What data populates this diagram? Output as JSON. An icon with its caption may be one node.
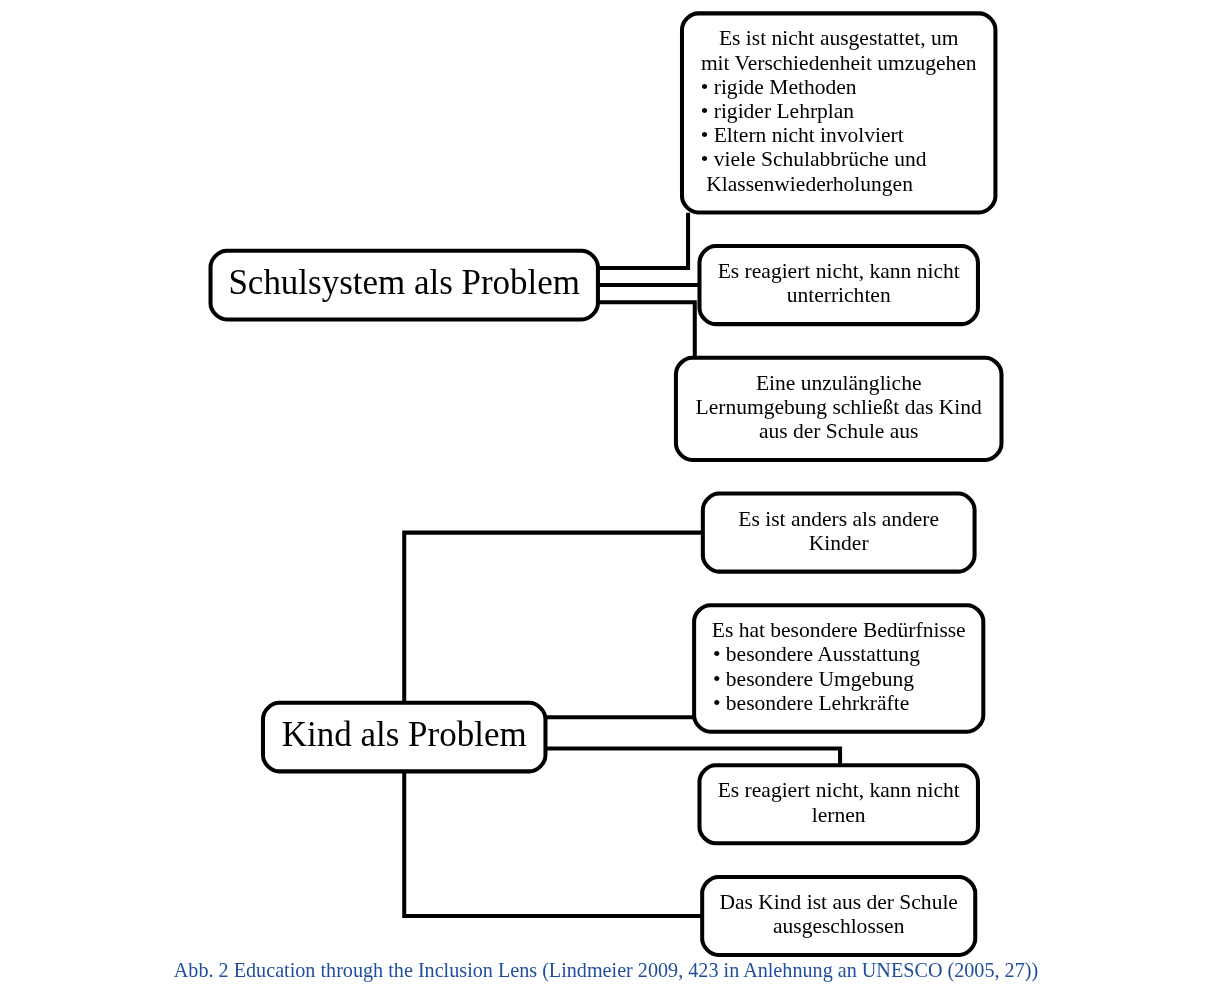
{
  "diagram": {
    "caption": "Abb. 2 Education through the Inclusion Lens (Lindmeier 2009, 423 in Anlehnung an UNESCO (2005, 27))",
    "nodes": [
      {
        "text": [
          "Kind als Problem"
        ]
      },
      {
        "text": [
          "Es ist anders als andere Kinder"
        ]
      },
      {
        "text": [
          "Es hat besondere Bedürfnisse",
          "• besondere Ausstattung",
          "• besondere Umgebung",
          "• besondere Lehrkräfte"
        ]
      },
      {
        "text": [
          "Es reagiert nicht, kann nicht lernen"
        ]
      },
      {
        "text": [
          "Das Kind ist aus der Schule ausgeschlossen"
        ]
      },
      {
        "text": [
          "Schulsystem als Problem"
        ]
      },
      {
        "text": [
          "Es ist nicht ausgestattet, um mit Verschiedenheit umzugehen",
          "• rigide Methoden",
          "• rigider Lehrplan",
          "• Eltern nicht involviert",
          "• viele Schulabbrüche und Klassenwiederholungen"
        ]
      },
      {
        "text": [
          "Es reagiert nicht, kann nicht unterrichten"
        ]
      },
      {
        "text": [
          "Eine unzulängliche Lernumgebung schließt das Kind aus der Schule aus"
        ]
      }
    ],
    "edges": [
      {
        "from": 0,
        "to": 1,
        "arrow": "none"
      },
      {
        "from": 0,
        "to": 2,
        "arrow": "none"
      },
      {
        "from": 0,
        "to": 3,
        "arrow": "none"
      },
      {
        "from": 0,
        "to": 4,
        "arrow": "none"
      },
      {
        "from": 5,
        "to": 6,
        "arrow": "none"
      },
      {
        "from": 5,
        "to": 7,
        "arrow": "none"
      },
      {
        "from": 5,
        "to": 8,
        "arrow": "none"
      }
    ]
  }
}
